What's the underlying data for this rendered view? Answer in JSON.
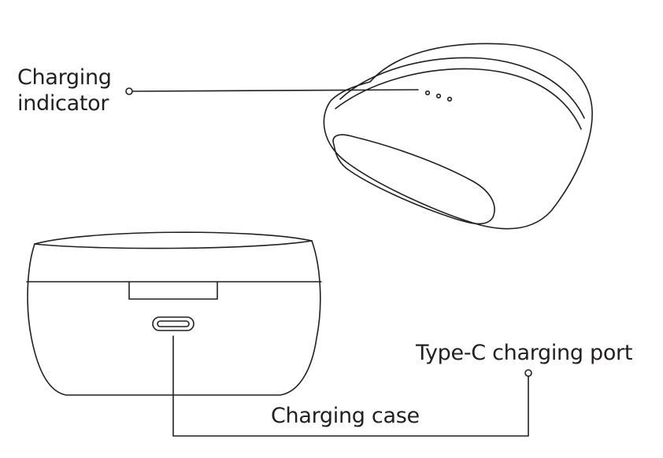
{
  "labels": {
    "charging_indicator_line1": "Charging",
    "charging_indicator_line2": "indicator",
    "type_c_port": "Type-C charging port",
    "charging_case": "Charging case"
  },
  "colors": {
    "line": "#231f20",
    "background": "#ffffff"
  }
}
